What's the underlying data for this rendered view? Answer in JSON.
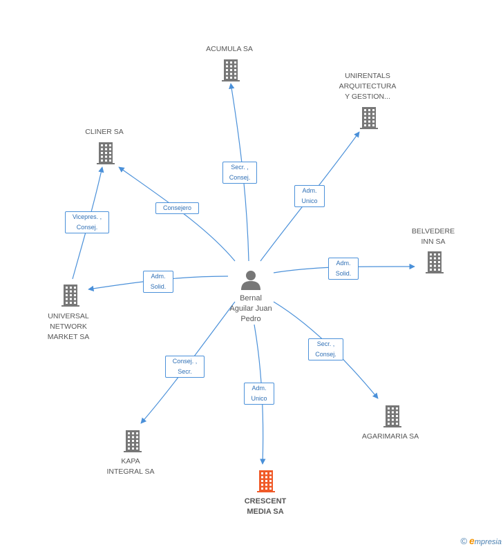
{
  "center": {
    "name_lines": [
      "Bernal",
      "Aguilar Juan",
      "Pedro"
    ],
    "icon": "person-icon"
  },
  "companies": [
    {
      "id": "acumula",
      "lines": [
        "ACUMULA SA"
      ],
      "icon": "building-icon",
      "highlight": false
    },
    {
      "id": "unirentals",
      "lines": [
        "UNIRENTALS",
        "ARQUITECTURA",
        "Y GESTION..."
      ],
      "icon": "building-icon",
      "highlight": false
    },
    {
      "id": "cliner",
      "lines": [
        "CLINER SA"
      ],
      "icon": "building-icon",
      "highlight": false
    },
    {
      "id": "belvedere",
      "lines": [
        "BELVEDERE",
        "INN SA"
      ],
      "icon": "building-icon",
      "highlight": false
    },
    {
      "id": "universal",
      "lines": [
        "UNIVERSAL",
        "NETWORK",
        "MARKET SA"
      ],
      "icon": "building-icon",
      "highlight": false
    },
    {
      "id": "agarimaria",
      "lines": [
        "AGARIMARIA SA"
      ],
      "icon": "building-icon",
      "highlight": false
    },
    {
      "id": "kapa",
      "lines": [
        "KAPA",
        "INTEGRAL SA"
      ],
      "icon": "building-icon",
      "highlight": false
    },
    {
      "id": "crescent",
      "lines": [
        "CRESCENT",
        "MEDIA SA"
      ],
      "icon": "building-icon",
      "highlight": true
    }
  ],
  "relations": [
    {
      "id": "acumula",
      "lines": [
        "Secr. ,",
        "Consej."
      ]
    },
    {
      "id": "unirentals",
      "lines": [
        "Adm.",
        "Unico"
      ]
    },
    {
      "id": "cliner",
      "lines": [
        "Consejero"
      ]
    },
    {
      "id": "belvedere",
      "lines": [
        "Adm.",
        "Solid."
      ]
    },
    {
      "id": "universal",
      "lines": [
        "Adm.",
        "Solid."
      ]
    },
    {
      "id": "agarimaria",
      "lines": [
        "Secr. ,",
        "Consej."
      ]
    },
    {
      "id": "kapa",
      "lines": [
        "Consej. ,",
        "Secr."
      ]
    },
    {
      "id": "crescent",
      "lines": [
        "Adm.",
        "Unico"
      ]
    },
    {
      "id": "universal-cliner",
      "lines": [
        "Vicepres. ,",
        "Consej."
      ]
    }
  ],
  "colors": {
    "edge": "#4a90d9",
    "building": "#777777",
    "building_highlight": "#f05a28",
    "person": "#777777"
  },
  "brand": {
    "copyright": "©",
    "initial": "e",
    "rest": "mpresia"
  }
}
